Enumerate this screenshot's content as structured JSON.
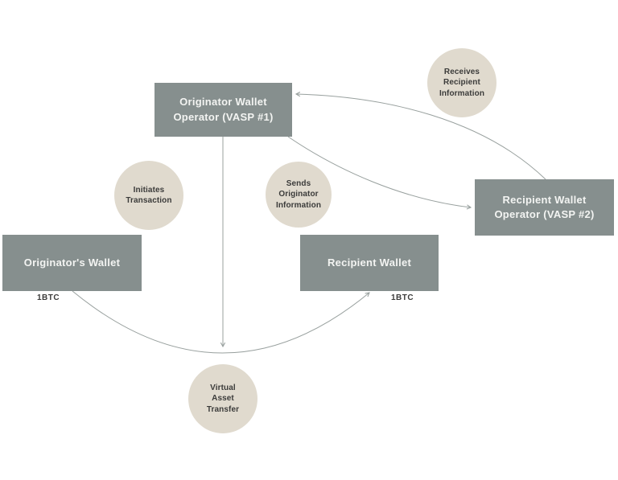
{
  "colors": {
    "canvas_bg": "#ffffff",
    "box_fill": "#868F8E",
    "box_text": "#F3F4F2",
    "circle_fill": "#E0DACE",
    "circle_text": "#3B3B3A",
    "line_color": "#98A09E"
  },
  "nodes": {
    "vasp1": {
      "lines": [
        "Originator Wallet",
        "Operator (VASP #1)"
      ]
    },
    "vasp2": {
      "lines": [
        "Recipient Wallet",
        "Operator (VASP #2)"
      ]
    },
    "originator_wallet": {
      "label": "Originator's Wallet"
    },
    "recipient_wallet": {
      "label": "Recipient Wallet"
    }
  },
  "steps": {
    "receives": {
      "lines": [
        "Receives",
        "Recipient",
        "Information"
      ]
    },
    "initiates": {
      "lines": [
        "Initiates",
        "Transaction"
      ]
    },
    "sends": {
      "lines": [
        "Sends",
        "Originator",
        "Information"
      ]
    },
    "transfer": {
      "lines": [
        "Virtual",
        "Asset",
        "Transfer"
      ]
    }
  },
  "amounts": {
    "originator": "1BTC",
    "recipient": "1BTC"
  }
}
